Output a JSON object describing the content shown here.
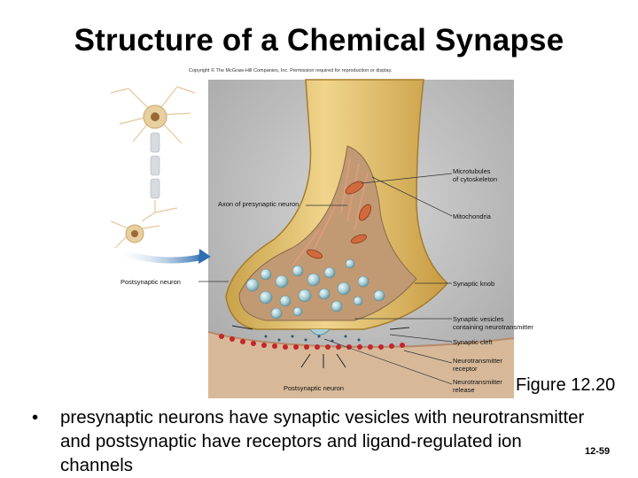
{
  "title": "Structure of a Chemical Synapse",
  "copyright": "Copyright © The McGraw-Hill Companies, Inc. Permission required for reproduction or display.",
  "labels": {
    "microtubules": [
      "Microtubules",
      "of cytoskeleton"
    ],
    "axon": "Axon of presynaptic neuron",
    "mitochondria": "Mitochondria",
    "postsynaptic_left": "Postsynaptic neuron",
    "synaptic_knob": "Synaptic knob",
    "vesicles": [
      "Synaptic vesicles",
      "containing neurotransmitter"
    ],
    "cleft": "Synaptic cleft",
    "receptor": [
      "Neurotransmitter",
      "receptor"
    ],
    "release": [
      "Neurotransmitter",
      "release"
    ],
    "postsynaptic_bottom": "Postsynaptic neuron"
  },
  "figure_label": "Figure 12.20",
  "page_number": "12-59",
  "bullet": {
    "marker": "•",
    "text": "presynaptic neurons have synaptic vesicles with neurotransmitter and postsynaptic have receptors and ligand-regulated ion channels"
  },
  "colors": {
    "axon": "#e2c272",
    "cytoplasm": "#c19a74",
    "membrane_red": "#c2262c",
    "vesicle": "#a9cfd6",
    "background_tissue": "#bfbfbf",
    "postsynaptic": "#d7b99a",
    "arrow_blue": "#2e6fb0"
  },
  "icons": {
    "neuron_illustration": "neuron-icon",
    "arrow": "arrow-right-icon"
  }
}
